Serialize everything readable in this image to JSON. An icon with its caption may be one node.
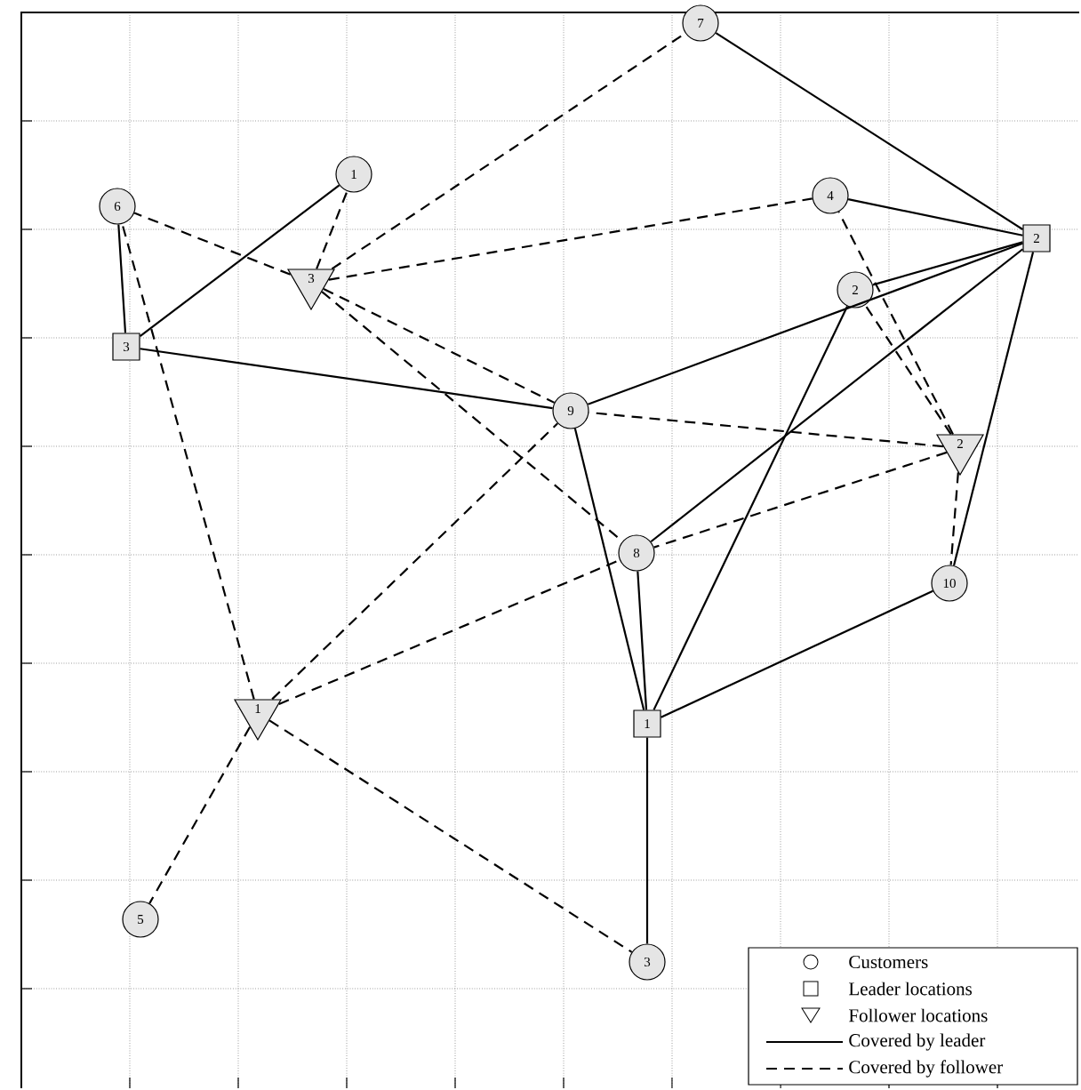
{
  "diagram": {
    "nodes": [
      {
        "text": [
          "1"
        ]
      },
      {
        "text": [
          "2"
        ]
      },
      {
        "text": [
          "3"
        ]
      },
      {
        "text": [
          "4"
        ]
      },
      {
        "text": [
          "5"
        ]
      },
      {
        "text": [
          "6"
        ]
      },
      {
        "text": [
          "7"
        ]
      },
      {
        "text": [
          "8"
        ]
      },
      {
        "text": [
          "9"
        ]
      },
      {
        "text": [
          "10"
        ]
      },
      {
        "text": [
          "1"
        ]
      },
      {
        "text": [
          "2"
        ]
      },
      {
        "text": [
          "3"
        ]
      },
      {
        "text": [
          "1"
        ]
      },
      {
        "text": [
          "2"
        ]
      },
      {
        "text": [
          "3"
        ]
      }
    ],
    "edges": [
      {
        "from": 12,
        "to": 5,
        "arrow": "none"
      },
      {
        "from": 12,
        "to": 0,
        "arrow": "none"
      },
      {
        "from": 12,
        "to": 8,
        "arrow": "none"
      },
      {
        "from": 11,
        "to": 6,
        "arrow": "none"
      },
      {
        "from": 11,
        "to": 3,
        "arrow": "none"
      },
      {
        "from": 11,
        "to": 1,
        "arrow": "none"
      },
      {
        "from": 11,
        "to": 8,
        "arrow": "none"
      },
      {
        "from": 11,
        "to": 7,
        "arrow": "none"
      },
      {
        "from": 11,
        "to": 9,
        "arrow": "none"
      },
      {
        "from": 10,
        "to": 8,
        "arrow": "none"
      },
      {
        "from": 10,
        "to": 7,
        "arrow": "none"
      },
      {
        "from": 10,
        "to": 1,
        "arrow": "none"
      },
      {
        "from": 10,
        "to": 9,
        "arrow": "none"
      },
      {
        "from": 10,
        "to": 2,
        "arrow": "none"
      },
      {
        "from": 15,
        "to": 6,
        "arrow": "none",
        "style": "dashed"
      },
      {
        "from": 15,
        "to": 0,
        "arrow": "none",
        "style": "dashed"
      },
      {
        "from": 15,
        "to": 3,
        "arrow": "none",
        "style": "dashed"
      },
      {
        "from": 15,
        "to": 5,
        "arrow": "none",
        "style": "dashed"
      },
      {
        "from": 15,
        "to": 8,
        "arrow": "none",
        "style": "dashed"
      },
      {
        "from": 15,
        "to": 7,
        "arrow": "none",
        "style": "dashed"
      },
      {
        "from": 13,
        "to": 5,
        "arrow": "none",
        "style": "dashed"
      },
      {
        "from": 13,
        "to": 8,
        "arrow": "none",
        "style": "dashed"
      },
      {
        "from": 13,
        "to": 7,
        "arrow": "none",
        "style": "dashed"
      },
      {
        "from": 13,
        "to": 4,
        "arrow": "none",
        "style": "dashed"
      },
      {
        "from": 13,
        "to": 2,
        "arrow": "none",
        "style": "dashed"
      },
      {
        "from": 14,
        "to": 8,
        "arrow": "none",
        "style": "dashed"
      },
      {
        "from": 14,
        "to": 7,
        "arrow": "none",
        "style": "dashed"
      },
      {
        "from": 14,
        "to": 3,
        "arrow": "none",
        "style": "dashed"
      },
      {
        "from": 14,
        "to": 1,
        "arrow": "none",
        "style": "dashed"
      },
      {
        "from": 14,
        "to": 9,
        "arrow": "none",
        "style": "dashed"
      }
    ],
    "legend": [
      {
        "text": "Customers"
      },
      {
        "text": "Leader locations"
      },
      {
        "text": "Follower locations"
      },
      {
        "text": "Covered by leader"
      },
      {
        "text": "Covered by follower"
      }
    ]
  }
}
